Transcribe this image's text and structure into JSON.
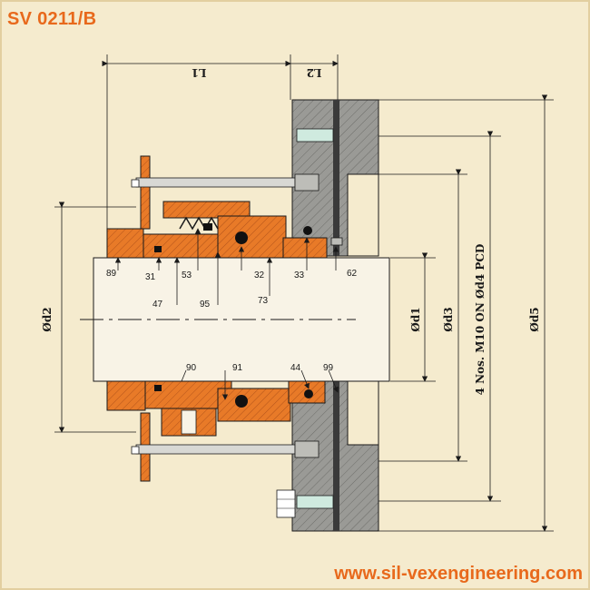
{
  "header": {
    "title": "SV 0211/B"
  },
  "footer": {
    "website": "www.sil-vexengineering.com"
  },
  "dimensions": {
    "l1": "L1",
    "l2": "L2",
    "d1": "Ød1",
    "d2": "Ød2",
    "d3": "Ød3",
    "d5": "Ød5",
    "bolt_note": "4 Nos. M10 ON Ød4 PCD"
  },
  "part_numbers": {
    "p89": "89",
    "p31": "31",
    "p53": "53",
    "p32": "32",
    "p33": "33",
    "p62": "62",
    "p47": "47",
    "p95": "95",
    "p73": "73",
    "p90": "90",
    "p91": "91",
    "p44": "44",
    "p99": "99"
  },
  "colors": {
    "accent": "#e8691c",
    "background": "#f5ebce",
    "seal_orange": "#e87a28",
    "gland_gray": "#9a9a96",
    "shaft_fill": "#f8f3e6",
    "line": "#1a1a1a"
  }
}
